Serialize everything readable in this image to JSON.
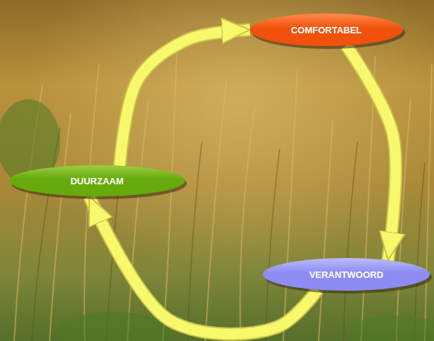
{
  "diagram": {
    "nodes": [
      {
        "text": [
          "COMFORTABEL"
        ]
      },
      {
        "text": [
          "VERANTWOORD"
        ]
      },
      {
        "text": [
          "DUURZAAM"
        ]
      }
    ],
    "edges": [
      {
        "from": 0,
        "to": 1,
        "arrow": "to"
      },
      {
        "from": 1,
        "to": 2,
        "arrow": "to"
      },
      {
        "from": 2,
        "to": 0,
        "arrow": "to"
      }
    ]
  }
}
